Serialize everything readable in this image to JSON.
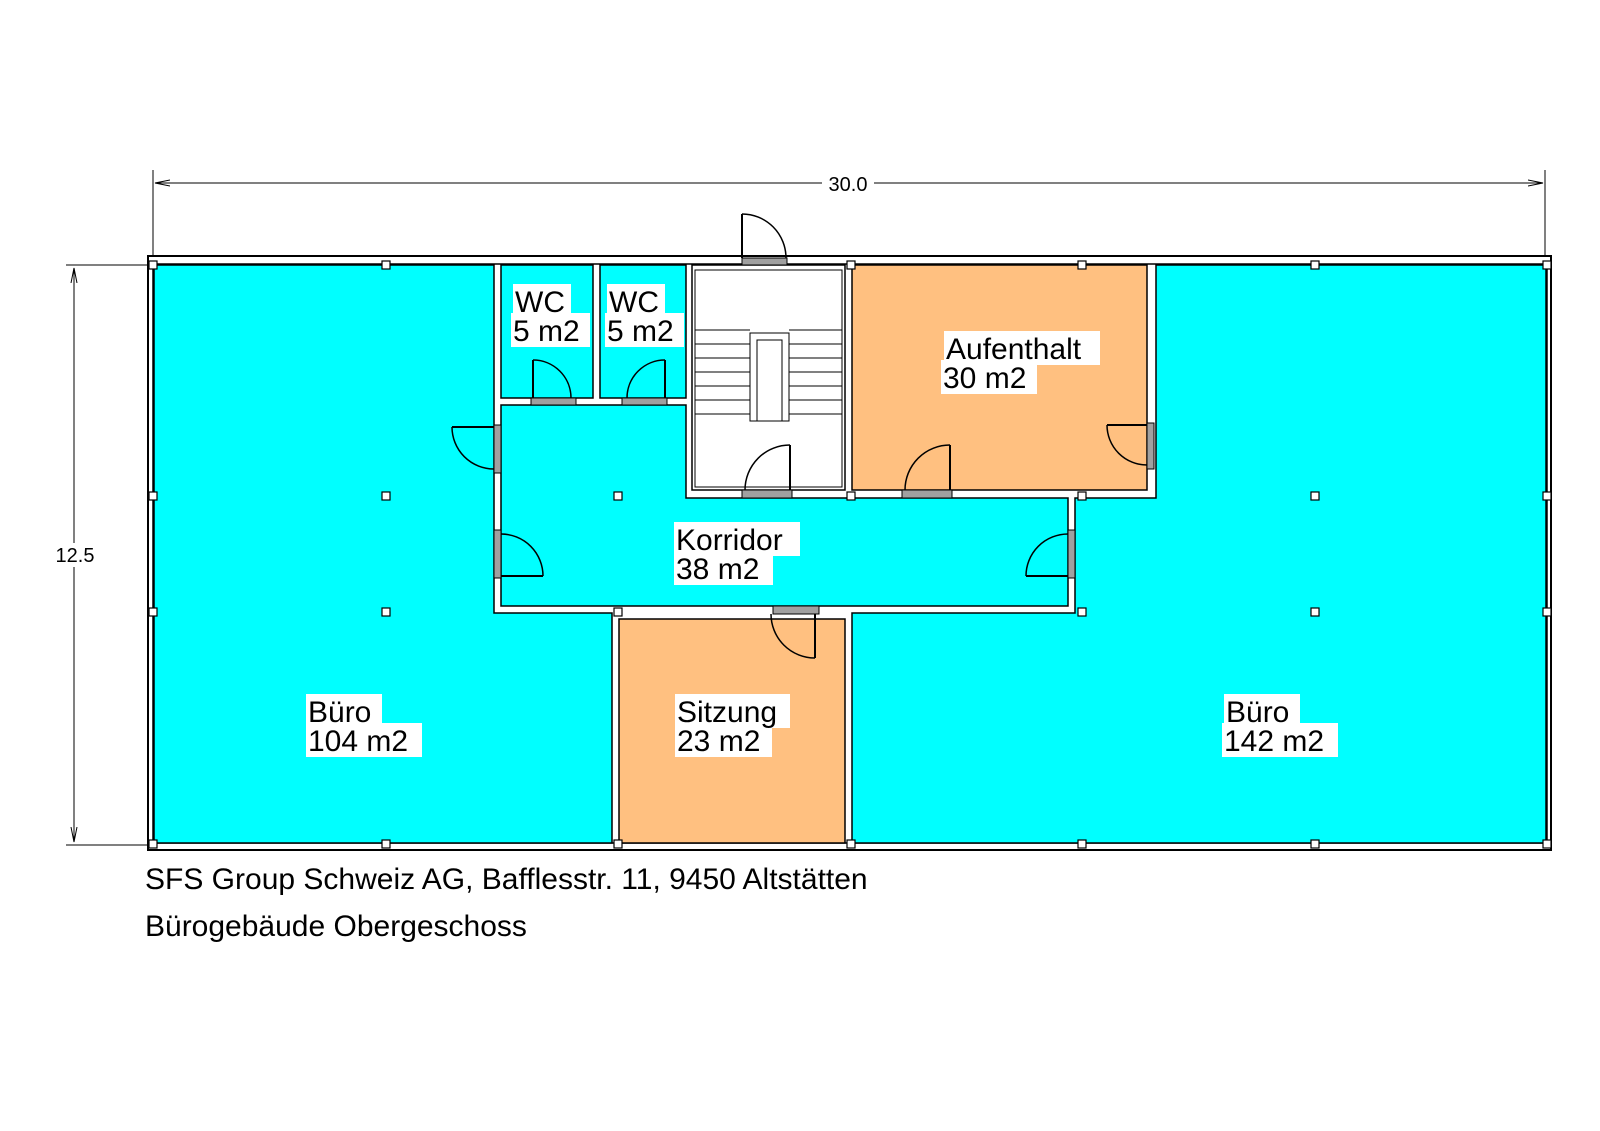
{
  "plan": {
    "dimensions": {
      "width": "30.0",
      "height": "12.5"
    },
    "rooms": {
      "buero_left": {
        "name": "Büro",
        "area": "104 m2"
      },
      "sitzung": {
        "name": "Sitzung",
        "area": "23 m2"
      },
      "buero_right": {
        "name": "Büro",
        "area": "142 m2"
      },
      "korridor": {
        "name": "Korridor",
        "area": "38 m2"
      },
      "aufenthalt": {
        "name": "Aufenthalt",
        "area": "30 m2"
      },
      "wc1": {
        "name": "WC",
        "area": "5 m2"
      },
      "wc2": {
        "name": "WC",
        "area": "5 m2"
      }
    },
    "colors": {
      "office": "#00ffff",
      "meeting": "#ffc080",
      "stair": "#ffffff",
      "wall": "#000000",
      "door_frame": "#a0a0a0"
    }
  },
  "caption": {
    "line1": "SFS Group Schweiz AG, Bafflesstr. 11, 9450 Altstätten",
    "line2": "Bürogebäude Obergeschoss"
  }
}
